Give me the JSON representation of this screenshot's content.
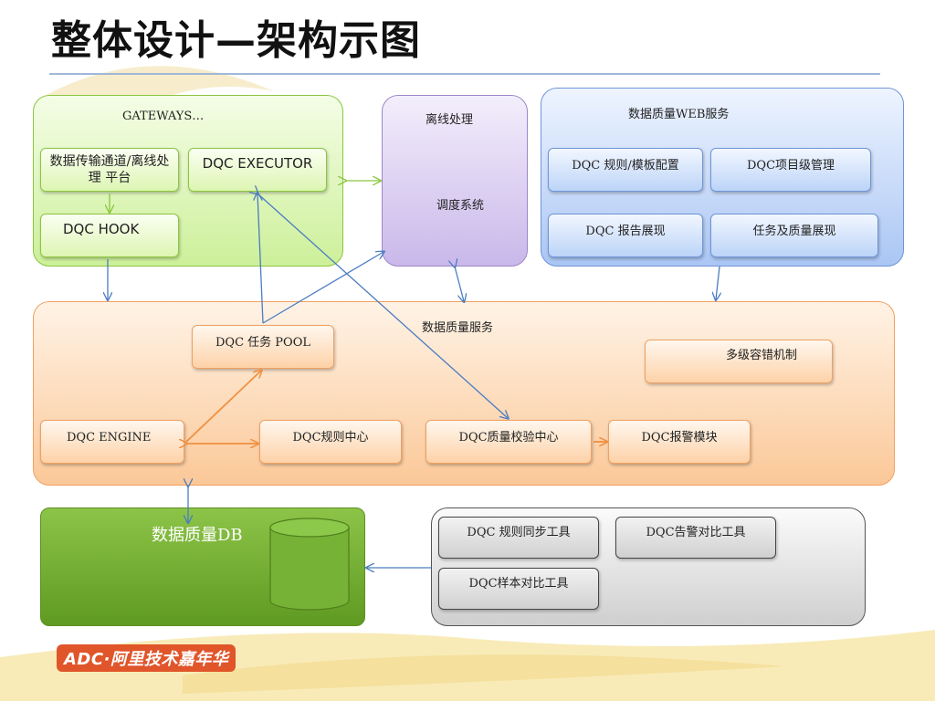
{
  "title": "整体设计—架构示图",
  "groups": {
    "gateway": {
      "label": "GATEWAYS…",
      "items": [
        "数据传输通道/离线处理 平台",
        "DQC EXECUTOR",
        "DQC HOOK"
      ]
    },
    "offline": {
      "label": "离线处理",
      "sublabel": "调度系统"
    },
    "web": {
      "label": "数据质量WEB服务",
      "items": [
        "DQC 规则/模板配置",
        "DQC项目级管理",
        "DQC 报告展现",
        "任务及质量展现"
      ]
    },
    "service": {
      "label": "数据质量服务",
      "items": [
        "DQC 任务 POOL",
        "多级容错机制",
        "DQC ENGINE",
        "DQC规则中心",
        "DQC质量校验中心",
        "DQC报警模块"
      ]
    },
    "db": {
      "label": "数据质量DB"
    },
    "tools": {
      "items": [
        "DQC 规则同步工具",
        "DQC告警对比工具",
        "DQC样本对比工具"
      ]
    }
  },
  "logo": "ADC·阿里技术嘉年华",
  "colors": {
    "green": "#8cc63f",
    "purple": "#9b88c8",
    "blue": "#6f95d8",
    "orange": "#f0a060",
    "db": "#6aa52a",
    "gray": "#555555",
    "arrow": "#4a7cc0"
  }
}
